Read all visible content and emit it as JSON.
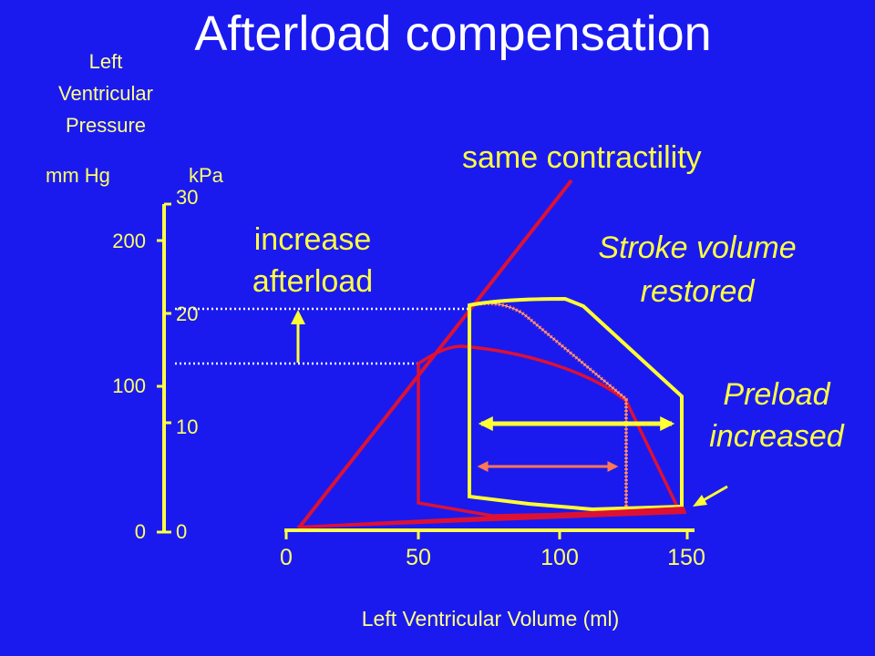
{
  "title": "Afterload compensation",
  "y_axis": {
    "title_lines": [
      "Left",
      "Ventricular",
      "Pressure"
    ],
    "unit_left": "mm Hg",
    "unit_right": "kPa",
    "mmhg_ticks": [
      "200",
      "100",
      "0"
    ],
    "kpa_ticks": [
      "30",
      "20",
      "10",
      "0"
    ]
  },
  "x_axis": {
    "label": "Left Ventricular Volume (ml)",
    "ticks": [
      "0",
      "50",
      "100",
      "150"
    ]
  },
  "annotations": {
    "same_contractility": "same contractility",
    "increase_afterload_line1": "increase",
    "increase_afterload_line2": "afterload",
    "stroke_volume_line1": "Stroke volume",
    "stroke_volume_line2": "restored",
    "preload_line1": "Preload",
    "preload_line2": "increased"
  },
  "colors": {
    "background": "#1a1aef",
    "axis": "#ffff44",
    "loop_original": "#dd1133",
    "loop_compensated": "#ffff33",
    "transition_loop": "#ff6644",
    "contractility_line": "#dd1133",
    "dotted_lines": "#ffffff",
    "arrow_stroke_volume": "#ffff33",
    "arrow_original": "#ff7755"
  }
}
